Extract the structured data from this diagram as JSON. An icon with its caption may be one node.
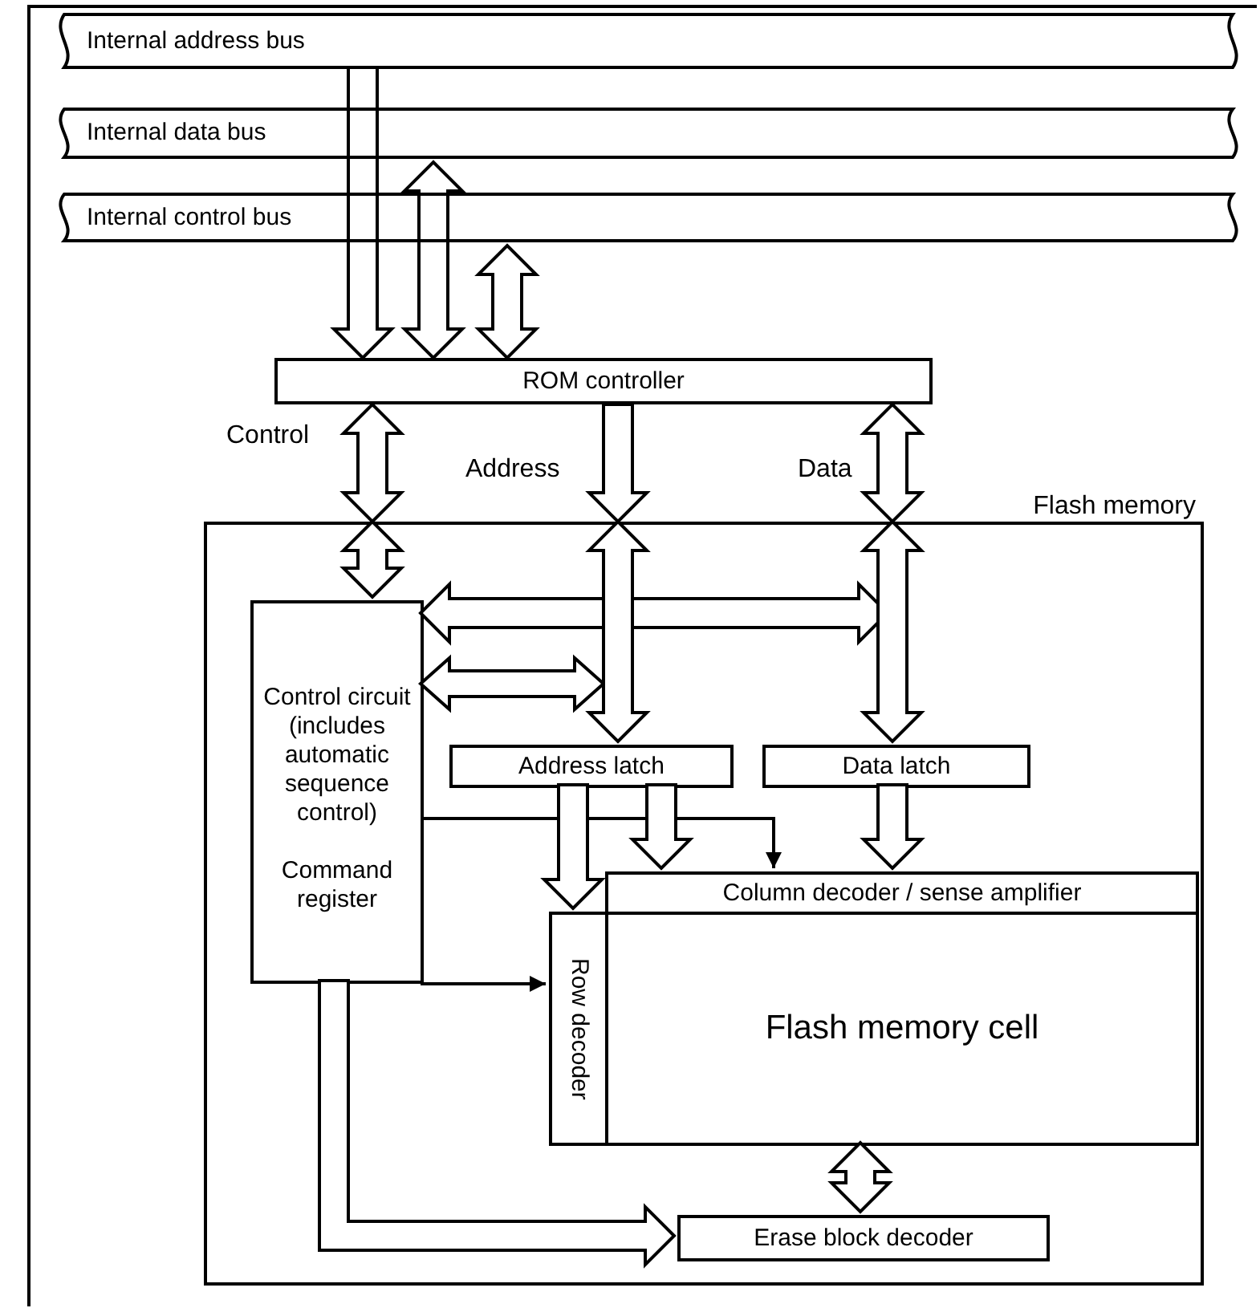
{
  "diagram": {
    "nodes": [
      {
        "text": [
          "Internal address bus"
        ]
      },
      {
        "text": [
          "Internal data bus"
        ]
      },
      {
        "text": [
          "Internal control bus"
        ]
      },
      {
        "text": [
          "ROM controller"
        ]
      },
      {
        "text": [
          "Flash memory"
        ]
      },
      {
        "text": [
          "Control circuit (includes automatic sequence control)",
          "Command register"
        ],
        "in": 4
      },
      {
        "text": [
          "Address latch"
        ],
        "in": 4
      },
      {
        "text": [
          "Data latch"
        ],
        "in": 4
      },
      {
        "text": [
          "Column decoder / sense amplifier"
        ],
        "in": 4
      },
      {
        "text": [
          "Row decoder"
        ],
        "in": 4
      },
      {
        "text": [
          "Flash memory cell"
        ],
        "in": 4
      },
      {
        "text": [
          "Erase block decoder"
        ],
        "in": 4
      }
    ],
    "edges": [
      {
        "from": 0,
        "to": 3,
        "arrow": "to"
      },
      {
        "from": 1,
        "to": 3,
        "arrow": "both"
      },
      {
        "from": 2,
        "to": 3,
        "arrow": "both"
      },
      {
        "from": 3,
        "to": 4,
        "arrow": "both",
        "label": "Control"
      },
      {
        "from": 3,
        "to": 4,
        "arrow": "to",
        "label": "Address"
      },
      {
        "from": 3,
        "to": 4,
        "arrow": "both",
        "label": "Data"
      },
      {
        "from": 4,
        "to": 5,
        "arrow": "both"
      },
      {
        "from": 4,
        "to": 6,
        "arrow": "both"
      },
      {
        "from": 4,
        "to": 7,
        "arrow": "both"
      },
      {
        "from": 5,
        "to": null,
        "arrow": "both"
      },
      {
        "from": 5,
        "to": null,
        "arrow": "both"
      },
      {
        "from": 6,
        "to": 9,
        "arrow": "to"
      },
      {
        "from": 6,
        "to": 8,
        "arrow": "to"
      },
      {
        "from": 5,
        "to": 8,
        "arrow": "to"
      },
      {
        "from": 7,
        "to": 8,
        "arrow": "to"
      },
      {
        "from": 5,
        "to": 9,
        "arrow": "to"
      },
      {
        "from": 10,
        "to": 11,
        "arrow": "both"
      },
      {
        "from": 5,
        "to": 11,
        "arrow": "to"
      }
    ]
  }
}
